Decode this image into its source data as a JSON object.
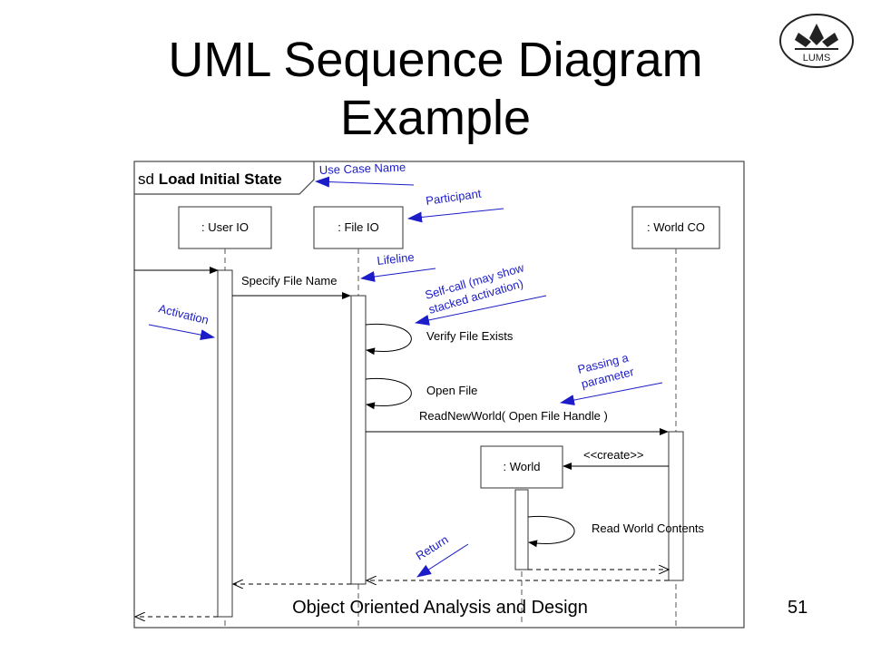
{
  "title": "UML Sequence Diagram Example",
  "logo_text": "LUMS",
  "frame": {
    "prefix": "sd",
    "name": "Load Initial State"
  },
  "participants": {
    "user_io": ": User IO",
    "file_io": ": File IO",
    "world_co": ": World CO",
    "world": ": World"
  },
  "messages": {
    "specify": "Specify File Name",
    "verify": "Verify File Exists",
    "open": "Open File",
    "read_new": "ReadNewWorld( Open File Handle )",
    "create": "<<create>>",
    "read_contents": "Read World Contents"
  },
  "annotations": {
    "use_case": "Use Case Name",
    "participant": "Participant",
    "lifeline": "Lifeline",
    "self_call_1": "Self-call (may show",
    "self_call_2": "stacked activation)",
    "activation": "Activation",
    "passing_1": "Passing a",
    "passing_2": "parameter",
    "return": "Return"
  },
  "footer": "Object Oriented Analysis and Design",
  "page_number": "51",
  "colors": {
    "annotation": "#1c1cc8",
    "line": "#000000"
  }
}
